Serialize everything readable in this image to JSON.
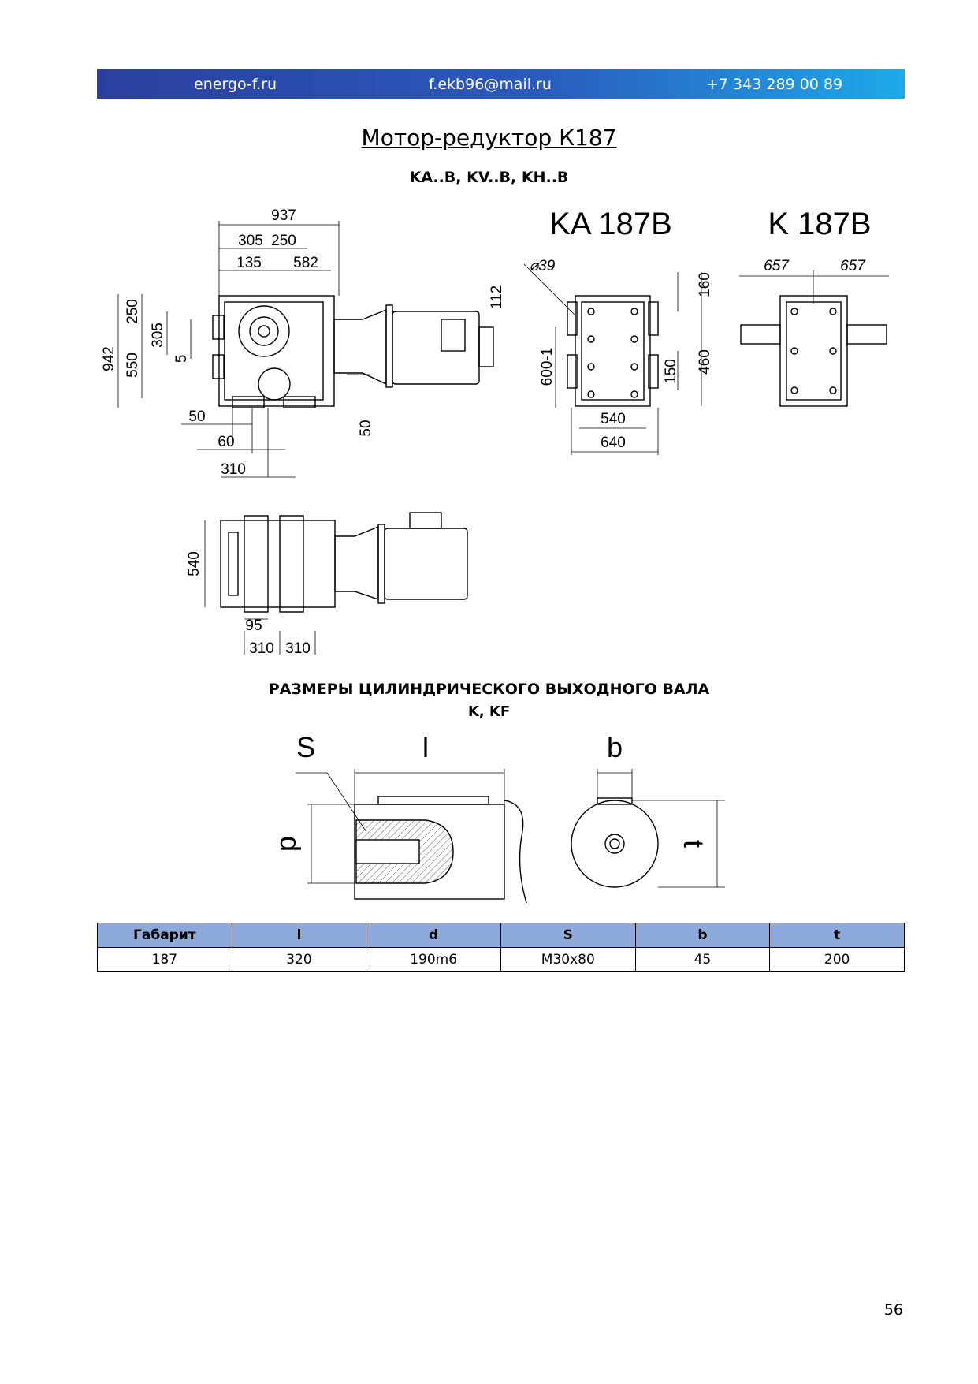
{
  "header": {
    "site": "energo-f.ru",
    "email": "f.ekb96@mail.ru",
    "phone": "+7 343 289 00 89"
  },
  "title": "Мотор-редуктор К187",
  "variants": "KA..B, KV..B, KH..B",
  "drawings": {
    "side_view": {
      "dims": [
        "937",
        "305",
        "250",
        "135",
        "582",
        "942",
        "250",
        "550",
        "305",
        "5",
        "112",
        "50",
        "60",
        "310",
        "50"
      ]
    },
    "ka_label": "KA 187B",
    "ka_view": {
      "dims": [
        "⌀39",
        "160",
        "150",
        "460",
        "600-1",
        "540",
        "640"
      ]
    },
    "k_label": "K 187B",
    "k_view": {
      "dims": [
        "657",
        "657"
      ]
    },
    "top_view": {
      "dims": [
        "540",
        "95",
        "310",
        "310"
      ]
    }
  },
  "shaft_section": {
    "title": "РАЗМЕРЫ ЦИЛИНДРИЧЕСКОГО ВЫХОДНОГО ВАЛА",
    "subtitle": "K, KF",
    "labels": {
      "S": "S",
      "l": "l",
      "b": "b",
      "d": "d",
      "t": "t"
    }
  },
  "table": {
    "headers": [
      "Габарит",
      "l",
      "d",
      "S",
      "b",
      "t"
    ],
    "rows": [
      [
        "187",
        "320",
        "190m6",
        "M30x80",
        "45",
        "200"
      ]
    ]
  },
  "page_number": "56"
}
